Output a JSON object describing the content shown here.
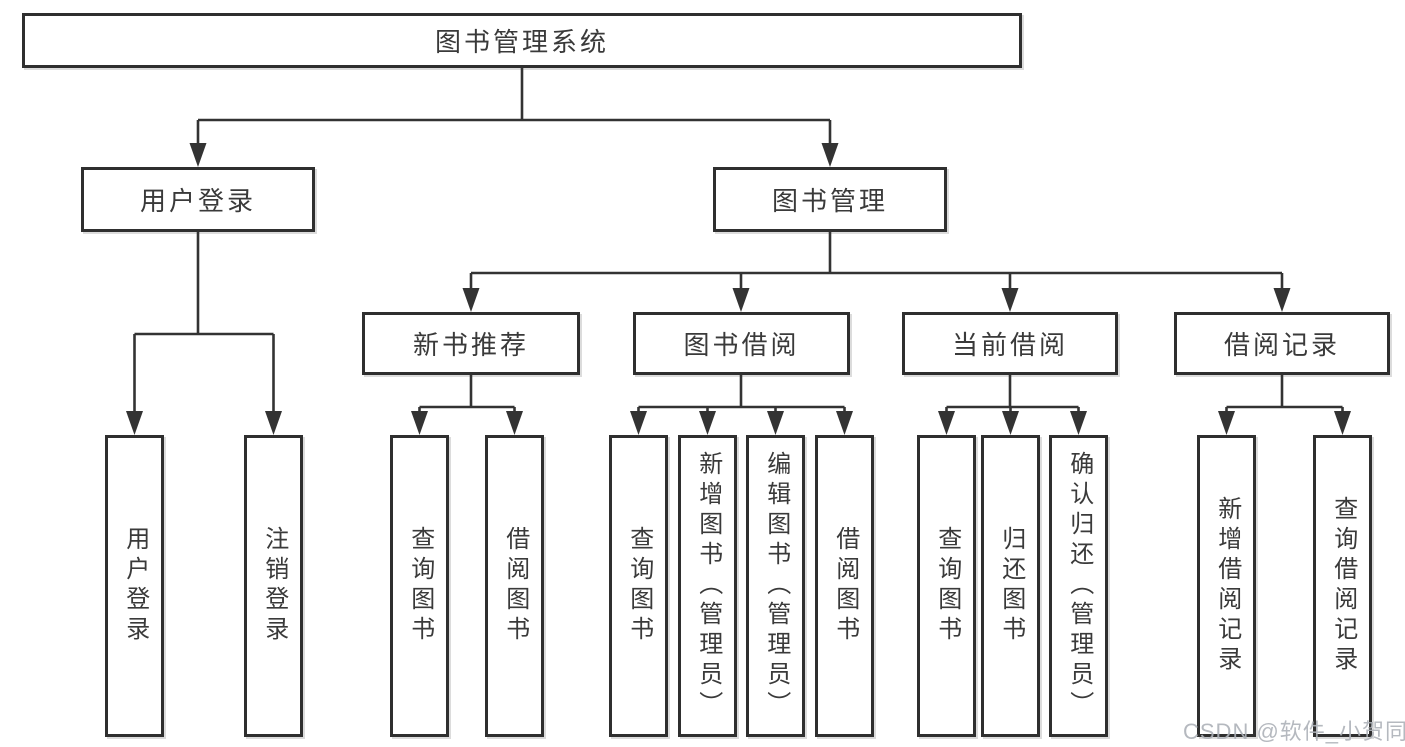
{
  "colors": {
    "background": "#ffffff",
    "line": "#333333",
    "box_border": "#2f2f2f",
    "text": "#3a3a3a",
    "watermark_text_color": "#aeb2b9"
  },
  "watermark": {
    "text": "CSDN @软件_小贺同学"
  },
  "tree": {
    "root": {
      "label": "图书管理系统",
      "children": [
        {
          "label": "用户登录",
          "children": [
            {
              "label": "用户登录"
            },
            {
              "label": "注销登录"
            }
          ]
        },
        {
          "label": "图书管理",
          "children": [
            {
              "label": "新书推荐",
              "children": [
                {
                  "label": "查询图书"
                },
                {
                  "label": "借阅图书"
                }
              ]
            },
            {
              "label": "图书借阅",
              "children": [
                {
                  "label": "查询图书"
                },
                {
                  "label": "新增图书（管理员）"
                },
                {
                  "label": "编辑图书（管理员）"
                },
                {
                  "label": "借阅图书"
                }
              ]
            },
            {
              "label": "当前借阅",
              "children": [
                {
                  "label": "查询图书"
                },
                {
                  "label": "归还图书"
                },
                {
                  "label": "确认归还（管理员）"
                }
              ]
            },
            {
              "label": "借阅记录",
              "children": [
                {
                  "label": "新增借阅记录"
                },
                {
                  "label": "查询借阅记录"
                }
              ]
            }
          ]
        }
      ]
    }
  }
}
